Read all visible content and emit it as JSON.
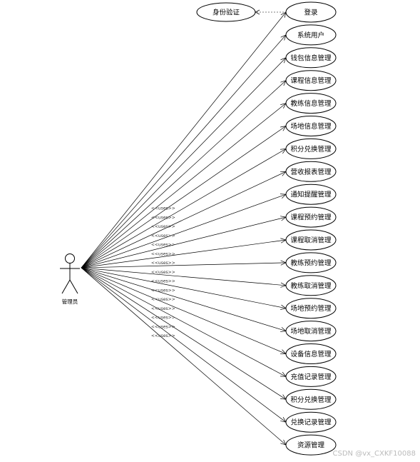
{
  "actor": {
    "name": "管理员"
  },
  "stereotype": "<<uses>>",
  "auth": {
    "label": "身份验证"
  },
  "use_cases": [
    "登录",
    "系统用户",
    "钱包信息管理",
    "课程信息管理",
    "教练信息管理",
    "场地信息管理",
    "积分兑换管理",
    "营收报表管理",
    "通知提醒管理",
    "课程预约管理",
    "课程取消管理",
    "教练预约管理",
    "教练取消管理",
    "场地预约管理",
    "场地取消管理",
    "设备信息管理",
    "充值记录管理",
    "积分兑换管理",
    "兑换记录管理",
    "资源管理"
  ],
  "watermark": "CSDN @vx_CXKF10088"
}
